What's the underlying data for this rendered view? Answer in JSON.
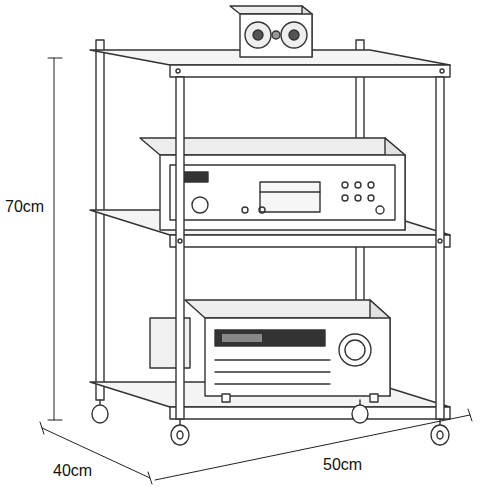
{
  "diagram": {
    "labels": [
      "70cm",
      "40cm",
      "50cm"
    ]
  }
}
